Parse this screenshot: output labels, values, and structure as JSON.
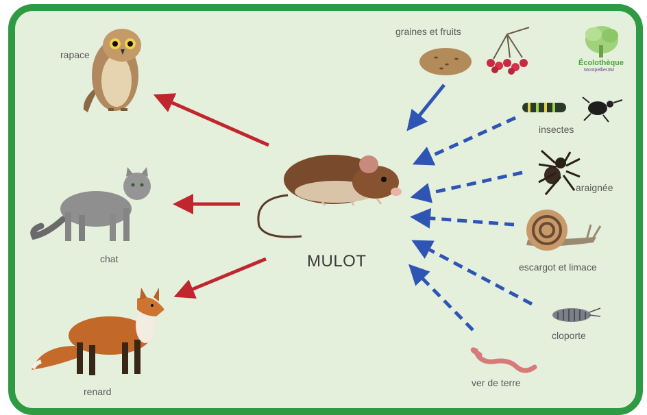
{
  "diagram": {
    "center_label": "MULOT",
    "predators": [
      {
        "id": "rapace",
        "label": "rapace",
        "icon": "owl-icon"
      },
      {
        "id": "chat",
        "label": "chat",
        "icon": "cat-icon"
      },
      {
        "id": "renard",
        "label": "renard",
        "icon": "fox-icon"
      }
    ],
    "food": [
      {
        "id": "graines",
        "label": "graines et fruits",
        "icon": "seeds-berries-icon"
      },
      {
        "id": "insectes",
        "label": "insectes",
        "icon": "insects-icon"
      },
      {
        "id": "araignee",
        "label": "araignée",
        "icon": "spider-icon"
      },
      {
        "id": "escargot",
        "label": "escargot et limace",
        "icon": "snail-icon"
      },
      {
        "id": "cloporte",
        "label": "cloporte",
        "icon": "woodlouse-icon"
      },
      {
        "id": "ver",
        "label": "ver de terre",
        "icon": "earthworm-icon"
      }
    ],
    "logo": {
      "title": "Écolothèque",
      "subtitle": "Montpellier3M",
      "icon": "tree-logo-icon"
    },
    "colors": {
      "frame": "#2f9a44",
      "background": "#e4efdc",
      "predator_arrow": "#c0262d",
      "food_arrow": "#2f55b4"
    }
  }
}
